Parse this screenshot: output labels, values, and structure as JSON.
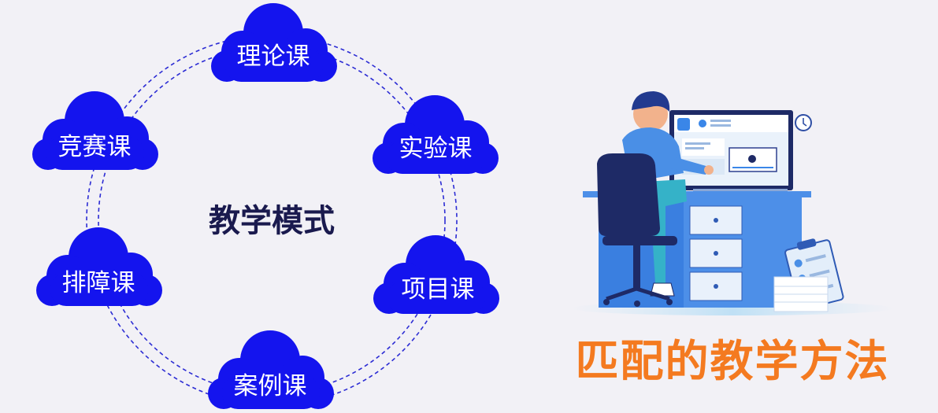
{
  "center_title": "教学模式",
  "courses": [
    "理论课",
    "实验课",
    "项目课",
    "案例课",
    "排障课",
    "竞赛课"
  ],
  "bottom_title": "匹配的教学方法",
  "colors": {
    "cloud": "#1414ee",
    "dashed_ring": "#2c2cd4",
    "center_text": "#1a1a4e",
    "title_text": "#f47a20",
    "background": "#f2f1f6"
  }
}
